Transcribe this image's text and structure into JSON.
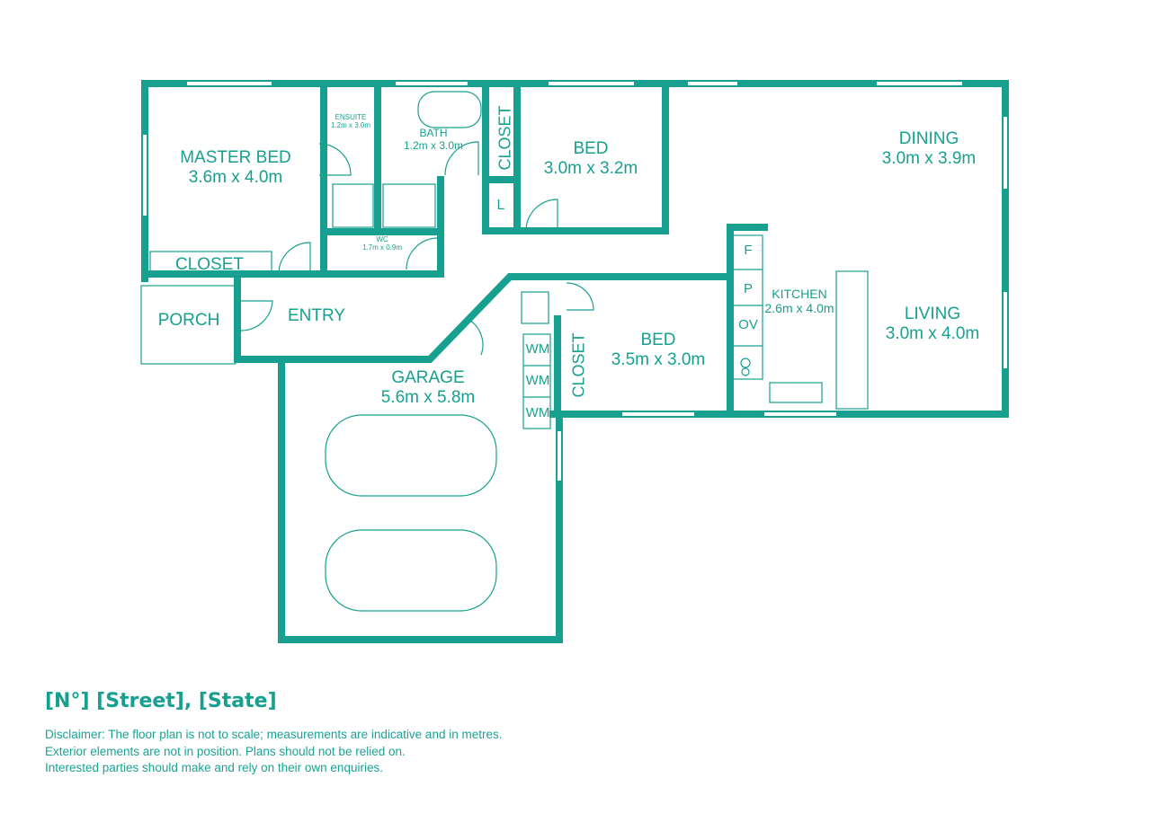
{
  "colors": {
    "wall": "#17a08f"
  },
  "rooms": {
    "master_bed": {
      "name": "MASTER BED",
      "size": "3.6m x 4.0m"
    },
    "ensuite": {
      "name": "ENSUITE",
      "size": "1.2m x 3.0m"
    },
    "bath": {
      "name": "BATH",
      "size": "1.2m x 3.0m"
    },
    "wc": {
      "name": "WC",
      "size": "1.7m x 0.9m"
    },
    "closet_master": "CLOSET",
    "closet_bed1": "CLOSET",
    "closet_bed2": "CLOSET",
    "linen": "L",
    "bed1": {
      "name": "BED",
      "size": "3.0m x 3.2m"
    },
    "bed2": {
      "name": "BED",
      "size": "3.5m x 3.0m"
    },
    "dining": {
      "name": "DINING",
      "size": "3.0m x 3.9m"
    },
    "living": {
      "name": "LIVING",
      "size": "3.0m x 4.0m"
    },
    "kitchen": {
      "name": "KITCHEN",
      "size": "2.6m x 4.0m"
    },
    "porch": "PORCH",
    "entry": "ENTRY",
    "garage": {
      "name": "GARAGE",
      "size": "5.6m x 5.8m"
    },
    "appliances": {
      "fridge": "F",
      "pantry": "P",
      "oven": "OV",
      "wm1": "WM",
      "wm2": "WM",
      "wm3": "WM"
    }
  },
  "footer": {
    "address": "[N°] [Street], [State]",
    "disclaimer": [
      "Disclaimer: The floor plan is not to scale; measurements are indicative and in metres.",
      "Exterior elements are not in position. Plans should not be relied on.",
      "Interested parties should make and rely on their own enquiries."
    ]
  }
}
